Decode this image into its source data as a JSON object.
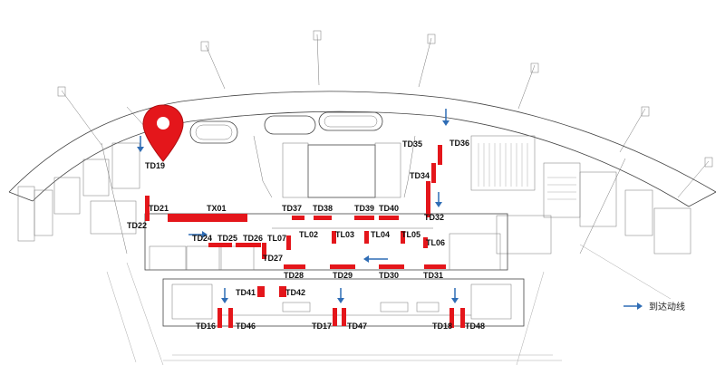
{
  "colors": {
    "marker": "#e4161b",
    "arrow": "#2f6db5",
    "line": "#444444"
  },
  "icons": [
    "location-pin-icon",
    "blue-arrow-icon"
  ],
  "legend": {
    "label": "到达动线"
  },
  "gates": [
    {
      "id": "TD19",
      "label": "TD19"
    },
    {
      "id": "TD21",
      "label": "TD21"
    },
    {
      "id": "TD22",
      "label": "TD22"
    },
    {
      "id": "TX01",
      "label": "TX01"
    },
    {
      "id": "TD24",
      "label": "TD24"
    },
    {
      "id": "TD25",
      "label": "TD25"
    },
    {
      "id": "TD26",
      "label": "TD26"
    },
    {
      "id": "TL07",
      "label": "TL07"
    },
    {
      "id": "TD27",
      "label": "TD27"
    },
    {
      "id": "TD37",
      "label": "TD37"
    },
    {
      "id": "TD38",
      "label": "TD38"
    },
    {
      "id": "TD39",
      "label": "TD39"
    },
    {
      "id": "TD40",
      "label": "TD40"
    },
    {
      "id": "TL02",
      "label": "TL02"
    },
    {
      "id": "TL03",
      "label": "TL03"
    },
    {
      "id": "TL04",
      "label": "TL04"
    },
    {
      "id": "TL05",
      "label": "TL05"
    },
    {
      "id": "TL06",
      "label": "TL06"
    },
    {
      "id": "TD35",
      "label": "TD35"
    },
    {
      "id": "TD36",
      "label": "TD36"
    },
    {
      "id": "TD34",
      "label": "TD34"
    },
    {
      "id": "TD32",
      "label": "TD32"
    },
    {
      "id": "TD28",
      "label": "TD28"
    },
    {
      "id": "TD29",
      "label": "TD29"
    },
    {
      "id": "TD30",
      "label": "TD30"
    },
    {
      "id": "TD31",
      "label": "TD31"
    },
    {
      "id": "TD41",
      "label": "TD41"
    },
    {
      "id": "TD42",
      "label": "TD42"
    },
    {
      "id": "TD16",
      "label": "TD16"
    },
    {
      "id": "TD46",
      "label": "TD46"
    },
    {
      "id": "TD17",
      "label": "TD17"
    },
    {
      "id": "TD47",
      "label": "TD47"
    },
    {
      "id": "TD18",
      "label": "TD18"
    },
    {
      "id": "TD48",
      "label": "TD48"
    }
  ]
}
